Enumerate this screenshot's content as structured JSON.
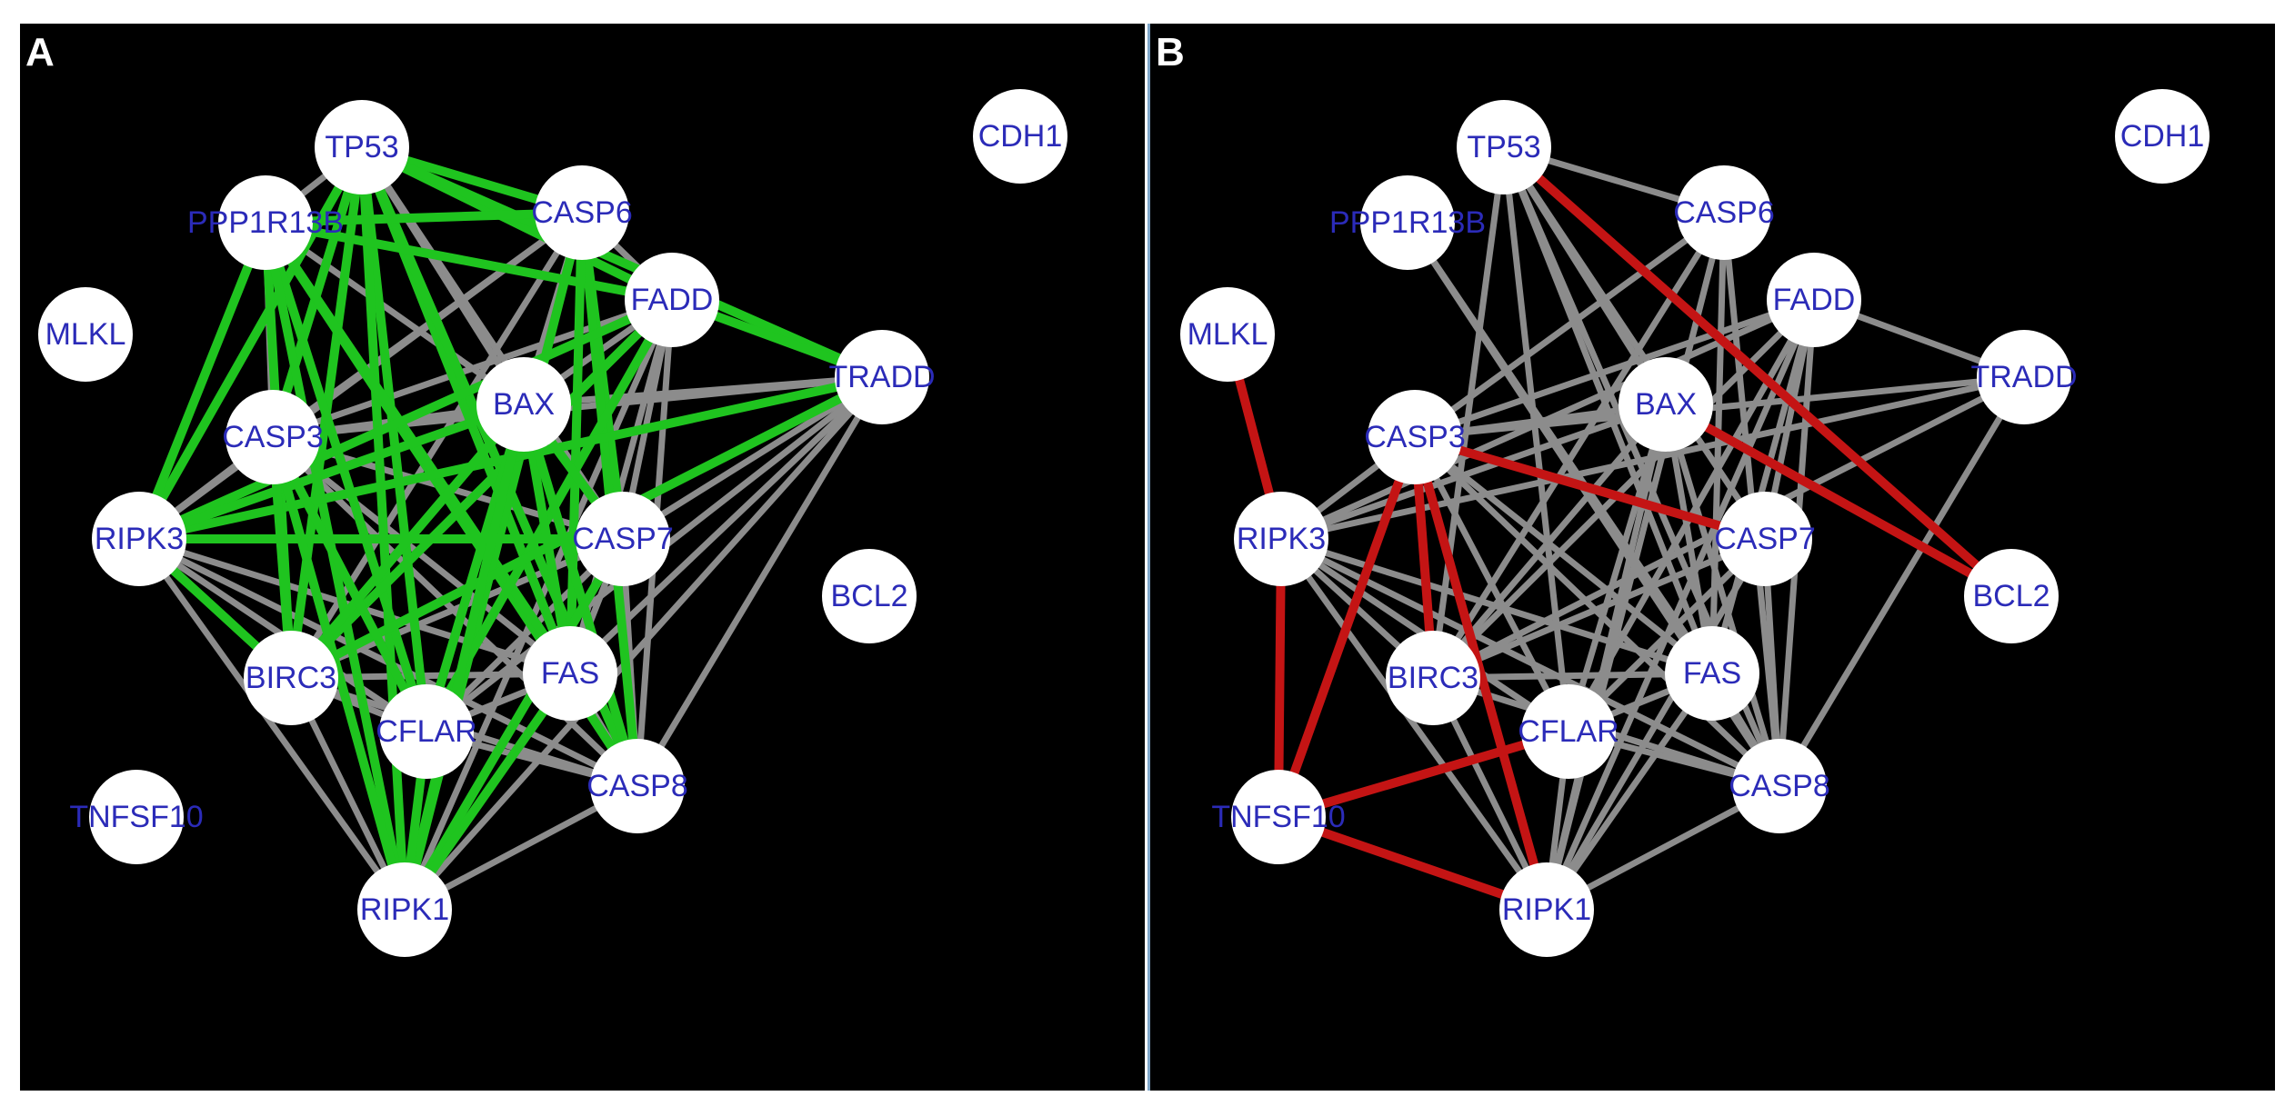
{
  "colors": {
    "background": "#000000",
    "node_fill": "#ffffff",
    "label_text": "#2b2bb8",
    "edge_default": "#8c8c8c",
    "edge_highlight_a": "#1fc41f",
    "edge_highlight_b": "#c41414"
  },
  "nodes": [
    "TP53",
    "PPP1R13B",
    "CASP6",
    "FADD",
    "TRADD",
    "BAX",
    "CASP3",
    "MLKL",
    "RIPK3",
    "CASP7",
    "BCL2",
    "BIRC3",
    "FAS",
    "CFLAR",
    "CASP8",
    "TNFSF10",
    "RIPK1",
    "CDH1"
  ],
  "panels": [
    {
      "label": "A",
      "highlight_color": "#1fc41f",
      "edges": [
        [
          "TP53",
          "CASP6",
          "h"
        ],
        [
          "TP53",
          "FADD",
          "h"
        ],
        [
          "TP53",
          "TRADD",
          "h"
        ],
        [
          "TP53",
          "CASP3",
          "h"
        ],
        [
          "TP53",
          "BAX",
          "g"
        ],
        [
          "TP53",
          "RIPK3",
          "h"
        ],
        [
          "TP53",
          "CASP7",
          "g"
        ],
        [
          "TP53",
          "BIRC3",
          "h"
        ],
        [
          "TP53",
          "FAS",
          "h"
        ],
        [
          "TP53",
          "CFLAR",
          "h"
        ],
        [
          "TP53",
          "CASP8",
          "h"
        ],
        [
          "TP53",
          "RIPK1",
          "h"
        ],
        [
          "TP53",
          "PPP1R13B",
          "g"
        ],
        [
          "PPP1R13B",
          "CASP6",
          "h"
        ],
        [
          "PPP1R13B",
          "FADD",
          "h"
        ],
        [
          "PPP1R13B",
          "RIPK3",
          "h"
        ],
        [
          "PPP1R13B",
          "BIRC3",
          "h"
        ],
        [
          "PPP1R13B",
          "CFLAR",
          "h"
        ],
        [
          "PPP1R13B",
          "CASP8",
          "h"
        ],
        [
          "PPP1R13B",
          "RIPK1",
          "h"
        ],
        [
          "PPP1R13B",
          "FAS",
          "h"
        ],
        [
          "PPP1R13B",
          "BAX",
          "g"
        ],
        [
          "PPP1R13B",
          "CASP3",
          "g"
        ],
        [
          "CASP6",
          "FADD",
          "g"
        ],
        [
          "CASP6",
          "CASP3",
          "g"
        ],
        [
          "CASP6",
          "BAX",
          "g"
        ],
        [
          "CASP6",
          "CASP7",
          "h"
        ],
        [
          "CASP6",
          "CASP8",
          "h"
        ],
        [
          "CASP6",
          "FAS",
          "h"
        ],
        [
          "CASP6",
          "CFLAR",
          "g"
        ],
        [
          "CASP6",
          "RIPK1",
          "h"
        ],
        [
          "CASP6",
          "BIRC3",
          "g"
        ],
        [
          "CASP6",
          "RIPK3",
          "g"
        ],
        [
          "FADD",
          "TRADD",
          "h"
        ],
        [
          "FADD",
          "CASP3",
          "g"
        ],
        [
          "FADD",
          "BAX",
          "g"
        ],
        [
          "FADD",
          "RIPK3",
          "h"
        ],
        [
          "FADD",
          "CASP7",
          "g"
        ],
        [
          "FADD",
          "BIRC3",
          "h"
        ],
        [
          "FADD",
          "FAS",
          "g"
        ],
        [
          "FADD",
          "CFLAR",
          "h"
        ],
        [
          "FADD",
          "CASP8",
          "g"
        ],
        [
          "FADD",
          "RIPK1",
          "g"
        ],
        [
          "TRADD",
          "CASP3",
          "g"
        ],
        [
          "TRADD",
          "RIPK3",
          "h"
        ],
        [
          "TRADD",
          "CASP7",
          "g"
        ],
        [
          "TRADD",
          "BIRC3",
          "h"
        ],
        [
          "TRADD",
          "FAS",
          "g"
        ],
        [
          "TRADD",
          "CFLAR",
          "g"
        ],
        [
          "TRADD",
          "CASP8",
          "g"
        ],
        [
          "TRADD",
          "RIPK1",
          "g"
        ],
        [
          "TRADD",
          "BAX",
          "g"
        ],
        [
          "BAX",
          "CASP3",
          "g"
        ],
        [
          "BAX",
          "RIPK3",
          "h"
        ],
        [
          "BAX",
          "CASP7",
          "h"
        ],
        [
          "BAX",
          "BIRC3",
          "h"
        ],
        [
          "BAX",
          "FAS",
          "h"
        ],
        [
          "BAX",
          "CFLAR",
          "h"
        ],
        [
          "BAX",
          "CASP8",
          "h"
        ],
        [
          "BAX",
          "RIPK1",
          "h"
        ],
        [
          "CASP3",
          "RIPK3",
          "g"
        ],
        [
          "CASP3",
          "CASP7",
          "g"
        ],
        [
          "CASP3",
          "BIRC3",
          "h"
        ],
        [
          "CASP3",
          "FAS",
          "g"
        ],
        [
          "CASP3",
          "CFLAR",
          "h"
        ],
        [
          "CASP3",
          "CASP8",
          "g"
        ],
        [
          "CASP3",
          "RIPK1",
          "h"
        ],
        [
          "RIPK3",
          "CASP7",
          "h"
        ],
        [
          "RIPK3",
          "BIRC3",
          "h"
        ],
        [
          "RIPK3",
          "FAS",
          "g"
        ],
        [
          "RIPK3",
          "CFLAR",
          "g"
        ],
        [
          "RIPK3",
          "CASP8",
          "g"
        ],
        [
          "RIPK3",
          "RIPK1",
          "g"
        ],
        [
          "CASP7",
          "BIRC3",
          "g"
        ],
        [
          "CASP7",
          "FAS",
          "g"
        ],
        [
          "CASP7",
          "CFLAR",
          "g"
        ],
        [
          "CASP7",
          "CASP8",
          "g"
        ],
        [
          "CASP7",
          "RIPK1",
          "h"
        ],
        [
          "BIRC3",
          "FAS",
          "g"
        ],
        [
          "BIRC3",
          "CFLAR",
          "g"
        ],
        [
          "BIRC3",
          "CASP8",
          "g"
        ],
        [
          "BIRC3",
          "RIPK1",
          "g"
        ],
        [
          "FAS",
          "CFLAR",
          "g"
        ],
        [
          "FAS",
          "CASP8",
          "g"
        ],
        [
          "FAS",
          "RIPK1",
          "h"
        ],
        [
          "CFLAR",
          "CASP8",
          "g"
        ],
        [
          "CFLAR",
          "RIPK1",
          "h"
        ],
        [
          "CASP8",
          "RIPK1",
          "g"
        ]
      ]
    },
    {
      "label": "B",
      "highlight_color": "#c41414",
      "edges": [
        [
          "TP53",
          "CASP6",
          "g"
        ],
        [
          "TP53",
          "BCL2",
          "h"
        ],
        [
          "TP53",
          "BAX",
          "g"
        ],
        [
          "TP53",
          "CASP7",
          "g"
        ],
        [
          "TP53",
          "FAS",
          "g"
        ],
        [
          "TP53",
          "CASP8",
          "g"
        ],
        [
          "TP53",
          "CFLAR",
          "g"
        ],
        [
          "TP53",
          "BIRC3",
          "g"
        ],
        [
          "PPP1R13B",
          "FAS",
          "g"
        ],
        [
          "PPP1R13B",
          "CASP8",
          "g"
        ],
        [
          "CASP6",
          "CASP3",
          "g"
        ],
        [
          "CASP6",
          "FAS",
          "g"
        ],
        [
          "CASP6",
          "CASP8",
          "g"
        ],
        [
          "CASP6",
          "BIRC3",
          "g"
        ],
        [
          "CASP6",
          "RIPK1",
          "g"
        ],
        [
          "FADD",
          "TRADD",
          "g"
        ],
        [
          "FADD",
          "CASP3",
          "g"
        ],
        [
          "FADD",
          "RIPK3",
          "g"
        ],
        [
          "FADD",
          "BIRC3",
          "g"
        ],
        [
          "FADD",
          "FAS",
          "g"
        ],
        [
          "FADD",
          "CFLAR",
          "g"
        ],
        [
          "FADD",
          "CASP8",
          "g"
        ],
        [
          "FADD",
          "RIPK1",
          "g"
        ],
        [
          "FADD",
          "CASP7",
          "g"
        ],
        [
          "TRADD",
          "CASP3",
          "g"
        ],
        [
          "TRADD",
          "RIPK3",
          "g"
        ],
        [
          "TRADD",
          "CASP8",
          "g"
        ],
        [
          "TRADD",
          "BIRC3",
          "g"
        ],
        [
          "BAX",
          "BCL2",
          "h"
        ],
        [
          "BAX",
          "CASP3",
          "g"
        ],
        [
          "BAX",
          "RIPK3",
          "g"
        ],
        [
          "BAX",
          "BIRC3",
          "g"
        ],
        [
          "BAX",
          "CFLAR",
          "g"
        ],
        [
          "BAX",
          "CASP8",
          "g"
        ],
        [
          "BAX",
          "RIPK1",
          "g"
        ],
        [
          "BAX",
          "FAS",
          "g"
        ],
        [
          "MLKL",
          "RIPK3",
          "h"
        ],
        [
          "CASP3",
          "CASP7",
          "h"
        ],
        [
          "CASP3",
          "BIRC3",
          "h"
        ],
        [
          "CASP3",
          "RIPK1",
          "h"
        ],
        [
          "CASP3",
          "TNFSF10",
          "h"
        ],
        [
          "CASP3",
          "FAS",
          "g"
        ],
        [
          "CASP3",
          "CASP8",
          "g"
        ],
        [
          "CASP3",
          "CFLAR",
          "g"
        ],
        [
          "CASP3",
          "RIPK3",
          "g"
        ],
        [
          "RIPK3",
          "TNFSF10",
          "h"
        ],
        [
          "RIPK3",
          "BIRC3",
          "g"
        ],
        [
          "RIPK3",
          "CASP8",
          "g"
        ],
        [
          "RIPK3",
          "CFLAR",
          "g"
        ],
        [
          "RIPK3",
          "RIPK1",
          "g"
        ],
        [
          "RIPK3",
          "FAS",
          "g"
        ],
        [
          "CASP7",
          "BIRC3",
          "g"
        ],
        [
          "CASP7",
          "CASP8",
          "g"
        ],
        [
          "CASP7",
          "RIPK1",
          "g"
        ],
        [
          "CASP7",
          "CFLAR",
          "g"
        ],
        [
          "BIRC3",
          "FAS",
          "g"
        ],
        [
          "BIRC3",
          "CASP8",
          "g"
        ],
        [
          "BIRC3",
          "RIPK1",
          "g"
        ],
        [
          "FAS",
          "CFLAR",
          "g"
        ],
        [
          "FAS",
          "CASP8",
          "g"
        ],
        [
          "FAS",
          "RIPK1",
          "g"
        ],
        [
          "CFLAR",
          "CASP8",
          "g"
        ],
        [
          "CFLAR",
          "RIPK1",
          "g"
        ],
        [
          "CFLAR",
          "TNFSF10",
          "h"
        ],
        [
          "CASP8",
          "RIPK1",
          "g"
        ],
        [
          "TNFSF10",
          "RIPK1",
          "h"
        ]
      ]
    }
  ]
}
